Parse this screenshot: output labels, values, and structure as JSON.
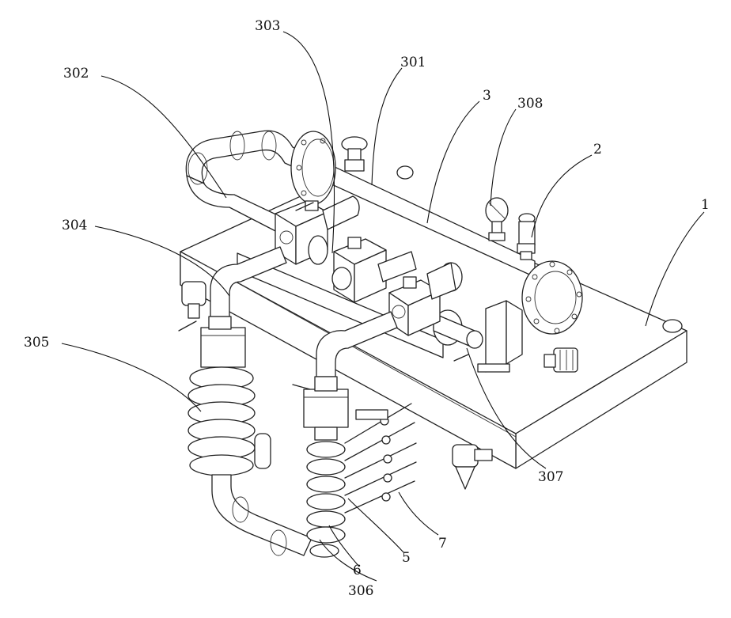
{
  "labels": {
    "l1": "1",
    "l2": "2",
    "l3": "3",
    "l5": "5",
    "l6": "6",
    "l7": "7",
    "l301": "301",
    "l302": "302",
    "l303": "303",
    "l304": "304",
    "l305": "305",
    "l306": "306",
    "l307": "307",
    "l308": "308"
  }
}
